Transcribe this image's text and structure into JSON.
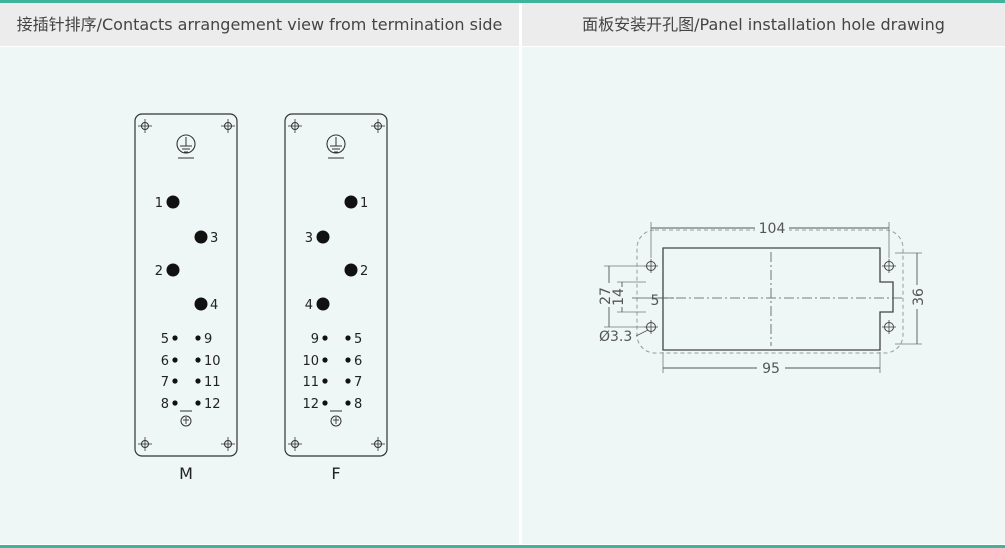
{
  "headers": {
    "left": "接插针排序/Contacts arrangement view from termination side",
    "right": "面板安装开孔图/Panel installation hole drawing"
  },
  "inserts": {
    "male": {
      "caption": "M",
      "large": [
        {
          "label": "1",
          "side": "left"
        },
        {
          "label": "3",
          "side": "right"
        },
        {
          "label": "2",
          "side": "left"
        },
        {
          "label": "4",
          "side": "right"
        }
      ],
      "rows": [
        {
          "left": "5",
          "right": "9"
        },
        {
          "left": "6",
          "right": "10"
        },
        {
          "left": "7",
          "right": "11"
        },
        {
          "left": "8",
          "right": "12"
        }
      ]
    },
    "female": {
      "caption": "F",
      "large": [
        {
          "label": "1",
          "side": "right"
        },
        {
          "label": "3",
          "side": "left"
        },
        {
          "label": "2",
          "side": "right"
        },
        {
          "label": "4",
          "side": "left"
        }
      ],
      "rows": [
        {
          "left": "9",
          "right": "5"
        },
        {
          "left": "10",
          "right": "6"
        },
        {
          "left": "11",
          "right": "7"
        },
        {
          "left": "12",
          "right": "8"
        }
      ]
    }
  },
  "cutout": {
    "width": "104",
    "inner_width": "95",
    "height": "36",
    "inner_height": "27",
    "dim_14": "14",
    "dim_5": "5",
    "hole": "Ø3.3"
  }
}
